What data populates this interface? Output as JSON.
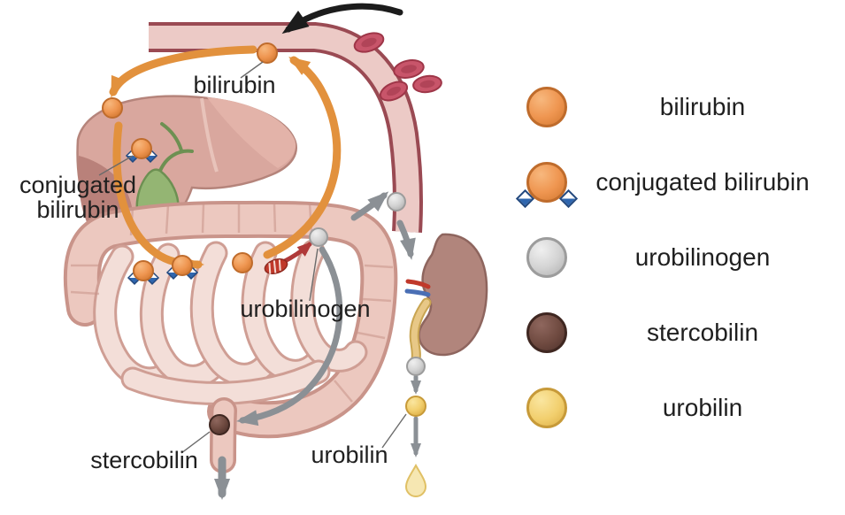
{
  "diagram": {
    "labels": {
      "bilirubin": "bilirubin",
      "conjugated_line1": "conjugated",
      "conjugated_line2": "bilirubin",
      "urobilinogen": "urobilinogen",
      "stercobilin": "stercobilin",
      "urobilin": "urobilin"
    }
  },
  "legend": {
    "items": [
      {
        "id": "bilirubin",
        "label": "bilirubin"
      },
      {
        "id": "conjugated-bilirubin",
        "label": "conjugated bilirubin"
      },
      {
        "id": "urobilinogen",
        "label": "urobilinogen"
      },
      {
        "id": "stercobilin",
        "label": "stercobilin"
      },
      {
        "id": "urobilin",
        "label": "urobilin"
      }
    ]
  },
  "colors": {
    "bg": "#ffffff",
    "ink": "#1f1f1f",
    "pointer-line": "#6b6b6b",
    "arrow-orange": "#e2913d",
    "arrow-gray": "#8b9095",
    "arrow-black": "#1c1c1c",
    "red-arrow": "#b03a3a",
    "orange": "#ef9651",
    "orange-l": "#f7b87e",
    "orange-d": "#d2772f",
    "orange-b": "#bf6c2c",
    "gray-mol": "#d4d4d4",
    "gray-mol-l": "#f0f0f0",
    "gray-mol-d": "#b0b0b0",
    "gray-mol-b": "#9c9c9c",
    "brown-mol": "#6f4a40",
    "brown-mol-l": "#8f675e",
    "brown-mol-d": "#4e322c",
    "brown-mol-b": "#3f2721",
    "yellow-mol": "#f2cf6e",
    "yellow-mol-l": "#fae6a0",
    "yellow-mol-d": "#dcae44",
    "yellow-mol-b": "#c79a39",
    "blue-diamond": "#2f66ae",
    "blue-diamond-dark": "#24497e",
    "vessel-edge": "#9a4a53",
    "vessel-fill": "#eccac6",
    "rbc": "#c8556a",
    "rbc-dark": "#9e3648",
    "liver": "#d9a79e",
    "liver-dark": "#b9817a",
    "liver-light": "#e3b3a9",
    "liver-line": "#b5847b",
    "gallbladder": "#94b573",
    "gallbladder-dark": "#6d9052",
    "colon-fill": "#ecc8bf",
    "colon-line": "#c9948a",
    "si-fill": "#f3ded8",
    "si-line": "#cf9e94",
    "kidney": "#b1857c",
    "kidney-dark": "#8e655e",
    "ureter": "#e8c887",
    "ureter-dark": "#c9a552",
    "bacteria": "#c0392b",
    "droplet": "#f6e7b2",
    "droplet-edge": "#e0c065"
  }
}
